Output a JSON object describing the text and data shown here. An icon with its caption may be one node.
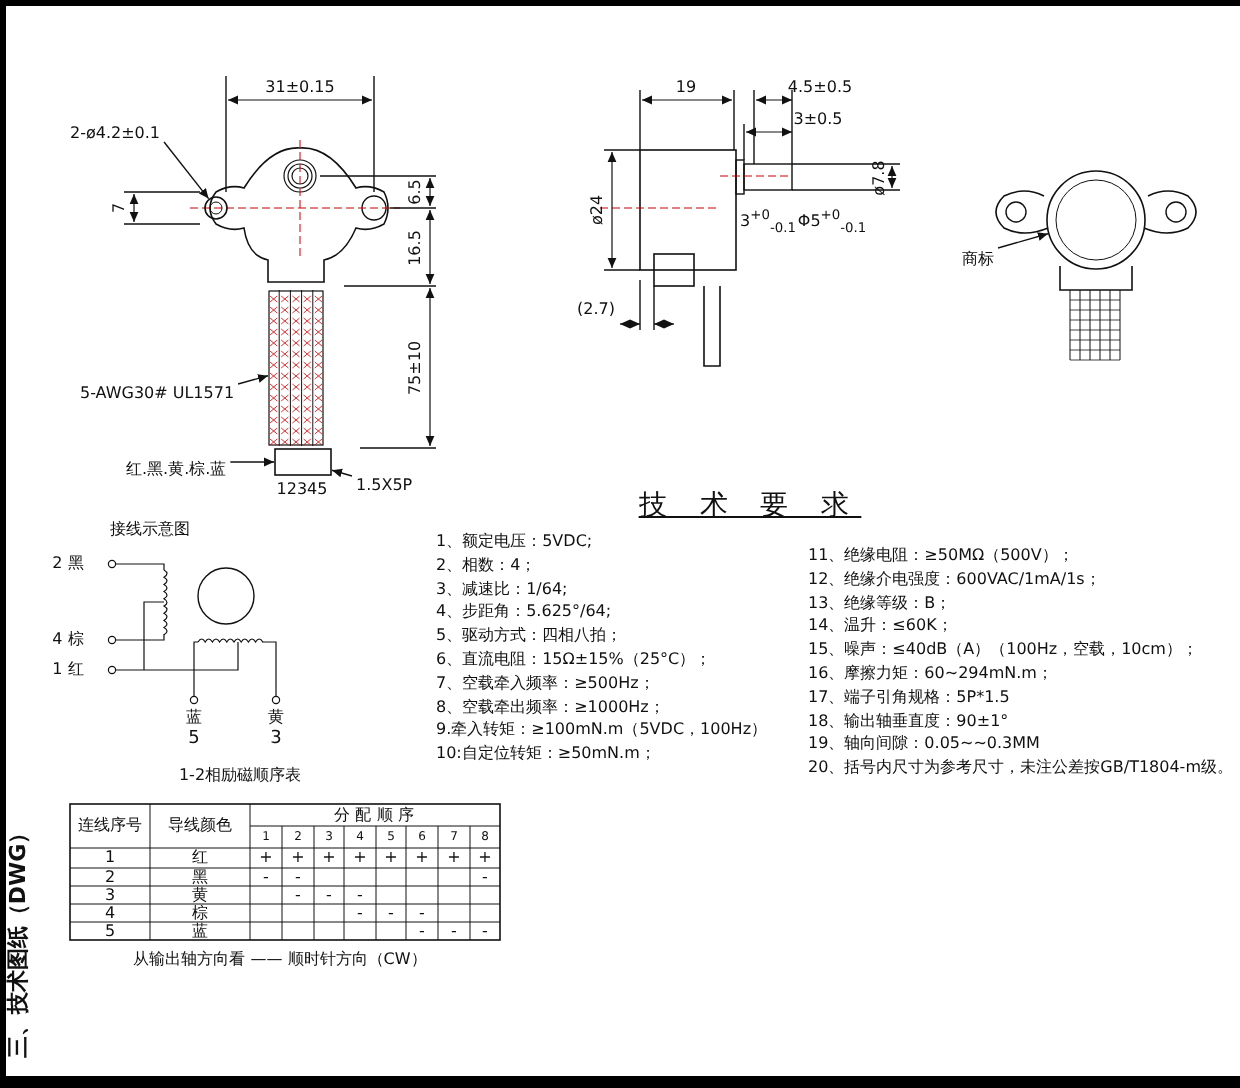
{
  "diagram": {
    "nodes": [
      {
        "text": [
          "2-ø4.2±0.1"
        ]
      },
      {
        "text": [],
        "shape": "circle"
      },
      {
        "text": [
          "5-AWG30# UL1571"
        ]
      },
      {
        "text": [],
        "shape": "picture"
      },
      {
        "text": [
          "红.黑.黄.棕.蓝"
        ]
      },
      {
        "text": [],
        "shape": "box"
      },
      {
        "text": [
          "1.5X5P"
        ]
      },
      {
        "text": [
          "商标"
        ]
      },
      {
        "text": [],
        "shape": "circle"
      }
    ],
    "edges": [
      {
        "from": 0,
        "to": 1,
        "arrow": "to"
      },
      {
        "from": 2,
        "to": 3,
        "arrow": "to"
      },
      {
        "from": 4,
        "to": 5,
        "arrow": "to"
      },
      {
        "from": 6,
        "to": 5,
        "arrow": "to"
      },
      {
        "from": 7,
        "to": 8,
        "arrow": "to"
      }
    ],
    "labels": [
      "31±0.15",
      "7",
      "6.5",
      "16.5",
      "75±10",
      "12345",
      "19",
      "4.5±0.5",
      "3±0.5",
      "ø24",
      "ø7.8",
      "3$^{+0}$$_{-0.1}$",
      "Φ5$^{+0}$$_{-0.1}$",
      "(2.7)",
      "接线示意图",
      "2 黑",
      "4 棕",
      "1 红",
      "蓝",
      "5",
      "黄",
      "3",
      "1-2相励磁顺序表",
      "技 术 要 求",
      "1、额定电压：5VDC;",
      "2、相数：4；",
      "3、减速比：1/64;",
      "4、步距角：5.625°/64;",
      "5、驱动方式：四相八拍；",
      "6、直流电阻：15Ω±15%（25°C）；",
      "7、空载牵入频率：≥500Hz；",
      "8、空载牵出频率：≥1000Hz；",
      "9.牵入转矩：≥100mN.m（5VDC，100Hz）",
      "10:自定位转矩：≥50mN.m；",
      "11、绝缘电阻：≥50MΩ（500V）；",
      "12、绝缘介电强度：600VAC/1mA/1s；",
      "13、绝缘等级：B；",
      "14、温升：≤60K；",
      "15、噪声：≤40dB（A）（100Hz，空载，10cm）；",
      "16、摩擦力矩：60~294mN.m；",
      "17、端子引角规格：5P*1.5",
      "18、输出轴垂直度：90±1°",
      "19、轴向间隙：0.05~~0.3MM",
      "20、括号内尺寸为参考尺寸，未注公差按GB/T1804-m级。",
      "连线序号",
      "导线颜色",
      "分 配 顺 序",
      "1",
      "2",
      "3",
      "4",
      "5",
      "6",
      "7",
      "8",
      "1",
      "红",
      "+",
      "+",
      "+",
      "+",
      "+",
      "+",
      "+",
      "+",
      "2",
      "黑",
      "-",
      "-",
      "-",
      "3",
      "黄",
      "-",
      "-",
      "-",
      "4",
      "棕",
      "-",
      "-",
      "-",
      "5",
      "蓝",
      "-",
      "-",
      "-",
      "从输出轴方向看 —— 顺时针方向（CW）",
      "三、技术图纸（DWG）"
    ]
  }
}
